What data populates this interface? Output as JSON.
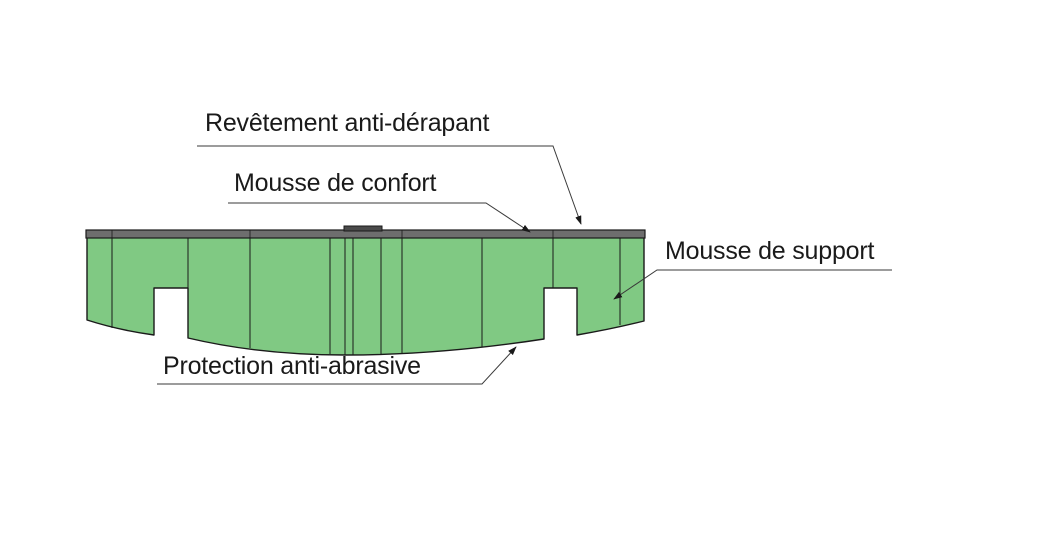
{
  "diagram": {
    "labels": {
      "revetement": "Revêtement anti-dérapant",
      "confort": "Mousse de confort",
      "support": "Mousse de support",
      "protection": "Protection anti-abrasive"
    },
    "colors": {
      "support_foam": "#80c983",
      "top_layer": "#6e6e6e",
      "top_layer_dark": "#4a4a4a",
      "outline": "#1a1a1a",
      "leader_line": "#3a3a3a"
    }
  }
}
